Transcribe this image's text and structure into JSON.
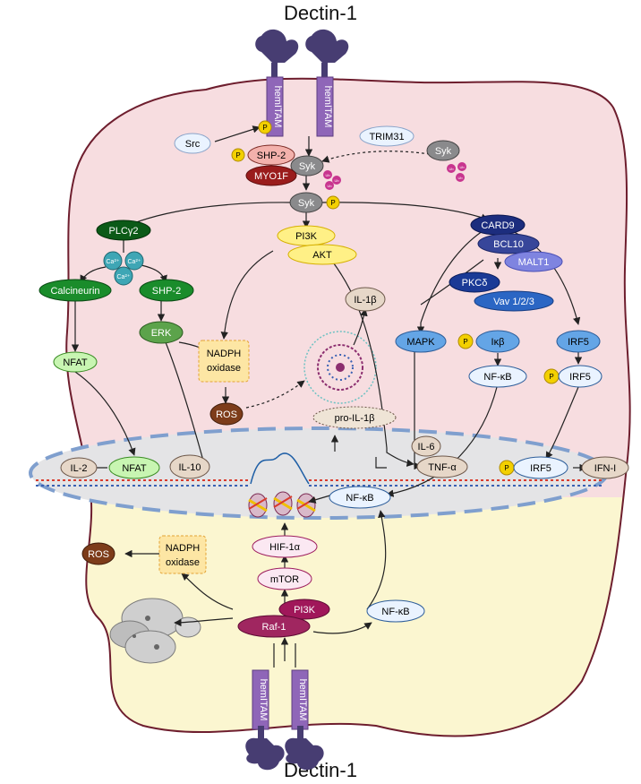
{
  "receptor": {
    "top_label": "Dectin-1",
    "bottom_label": "Dectin-1",
    "hemitam": "hemITAM"
  },
  "labels": {
    "p": "P",
    "ub": "Ub",
    "src": "Src",
    "trim31": "TRIM31",
    "syk": "Syk",
    "shp2": "SHP-2",
    "myo1f": "MYO1F",
    "plcg2": "PLCγ2",
    "ca": "Ca²⁺",
    "calcineurin": "Calcineurin",
    "erk": "ERK",
    "nfat": "NFAT",
    "pi3k": "PI3K",
    "akt": "AKT",
    "nadph_line1": "NADPH",
    "nadph_line2": "oxidase",
    "ros": "ROS",
    "il1b": "IL-1β",
    "pro_il1b": "pro-IL-1β",
    "card9": "CARD9",
    "bcl10": "BCL10",
    "malt1": "MALT1",
    "pkcd": "PKCδ",
    "vav": "Vav 1/2/3",
    "mapk": "MAPK",
    "ikb": "Iκβ",
    "nfkb": "NF-κB",
    "irf5": "IRF5",
    "il2": "IL-2",
    "il10": "IL-10",
    "il6": "IL-6",
    "tnfa": "TNF-α",
    "ifni": "IFN-I",
    "hif1a": "HIF-1α",
    "mtor": "mTOR",
    "raf1": "Raf-1"
  },
  "colors": {
    "upper_cell": "#f7dde0",
    "lower_cell": "#fbf6d0",
    "cell_border": "#6e1e2e",
    "nucleus": "#e4e4e6",
    "nucleus_border": "#7f9fce",
    "receptor": "#473d72",
    "hemitam": "#8f66b8",
    "phospho": "#f3d000",
    "ubiquitin": "#c8358f",
    "syk": "#8a8a8c",
    "plc_dark": "#0b5a17",
    "plc_green": "#1a8c2b",
    "erk_green": "#5ca34b",
    "calcium": "#3ea6b5",
    "nfat": "#c8f5b2",
    "pi3k": "#fff086",
    "nadph": "#fde6a4",
    "ros": "#7d3c1a",
    "card9": "#1c2d7e",
    "bcl10": "#37469a",
    "malt1": "#7f84e0",
    "mapk": "#64a5e6",
    "light_blue": "#eaf3ff",
    "cytokine": "#e6d7c8",
    "raf1": "#a02660",
    "pi3k_lower": "#a0175a",
    "hif": "#fbe8f2"
  }
}
